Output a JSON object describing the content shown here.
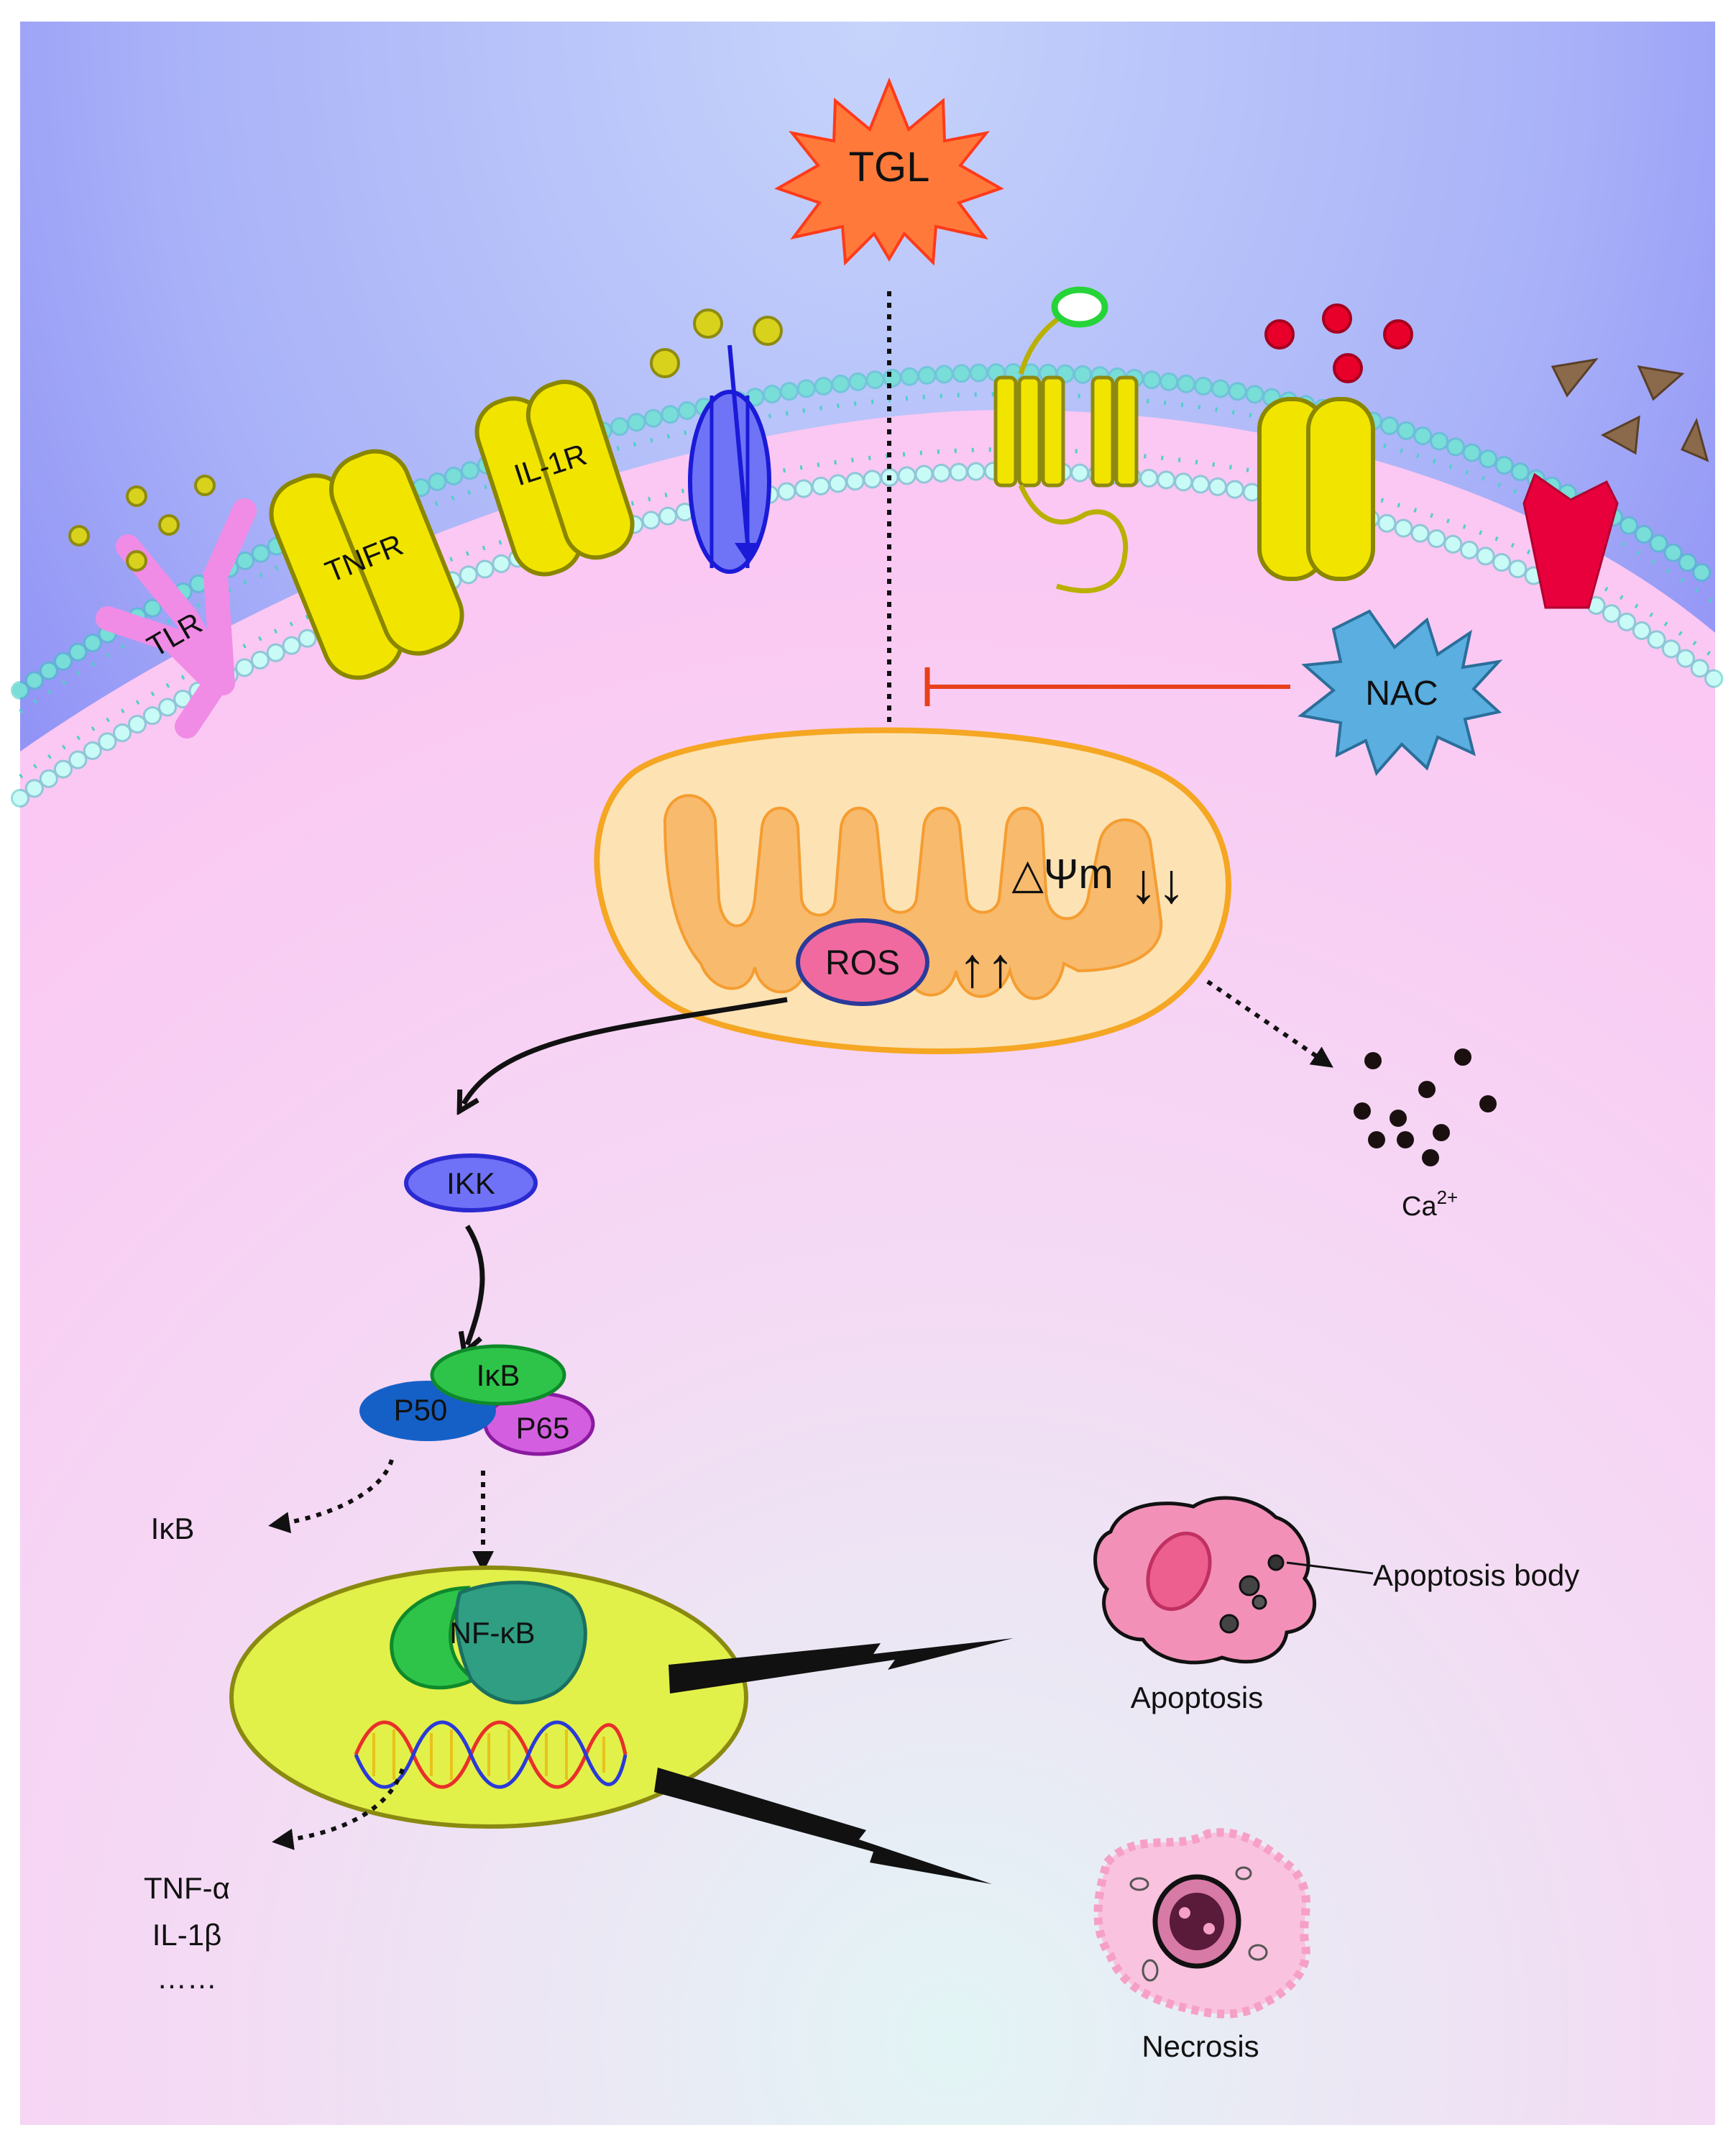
{
  "labels": {
    "tgl": "TGL",
    "nac": "NAC",
    "tlr": "TLR",
    "tnfr": "TNFR",
    "il1r": "IL-1R",
    "ros": "ROS",
    "ros_arrows": "↑↑",
    "delta_psi": "△Ψm",
    "delta_psi_arrows": "↓↓",
    "ikk": "IKK",
    "ikb_complex": "IκB",
    "p50": "P50",
    "p65": "P65",
    "ikb_released": "IκB",
    "nfkb": "NF-κB",
    "ca": "Ca",
    "ca_sup": "2+",
    "tnf_alpha": "TNF-α",
    "il1b": "IL-1β",
    "dots": "……",
    "apoptosis_body": "Apoptosis body",
    "apoptosis": "Apoptosis",
    "necrosis": "Necrosis"
  },
  "colors": {
    "extracellular": "#8a88f5",
    "cytoplasm": "#fbc8f4",
    "receptor_yellow": "#f1e500",
    "tlr_pink": "#f08ce6",
    "red_receptor": "#e8003c",
    "channel_blue": "#6f74f6",
    "ros_pink": "#f06aa0",
    "ikk_blue": "#6f72f7",
    "ikb_green": "#2ec44a",
    "p50_blue": "#1560c6",
    "p65_purple": "#d35fe0",
    "nucleus": "#e2f04a",
    "nfkb_dark": "#2f9e82",
    "mito_outer": "#fde3b4",
    "mito_inner": "#f8b86a",
    "inhibition_red": "#e8401d",
    "tgl_orange": "#ff7a3a",
    "nac_blue": "#5aaee0"
  }
}
